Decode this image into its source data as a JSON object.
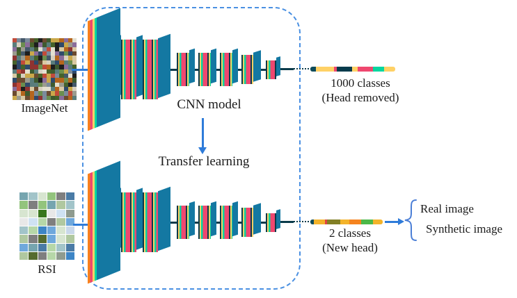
{
  "palette": {
    "teal": "#1478A2",
    "pink": "#EF476F",
    "yellow": "#FFD166",
    "green": "#06D6A0",
    "dark": "#0A3A4A",
    "orange": "#F8821D",
    "arrow_blue": "#2E7BD9",
    "border_blue": "#4A90E2",
    "brace_blue": "#4A7ED6"
  },
  "labels": {
    "imagenet": "ImageNet",
    "rsi": "RSI",
    "cnn_model": "CNN model",
    "transfer_learning": "Transfer learning",
    "top_classes_line1": "1000 classes",
    "top_classes_line2": "(Head removed)",
    "bottom_classes_line1": "2 classes",
    "bottom_classes_line2": "(New head)",
    "real_image": "Real image",
    "synthetic_image": "Synthetic image"
  },
  "cnn": {
    "stages": [
      {
        "k": "sheet",
        "h": 158,
        "sw": 13,
        "fw": 34,
        "skew": -22
      },
      {
        "k": "stack",
        "h": 86,
        "sw": 22,
        "fw": 9,
        "ml": -30,
        "skew": -20
      },
      {
        "k": "stack",
        "h": 86,
        "sw": 22,
        "fw": 9,
        "skew": -20
      },
      {
        "k": "stack",
        "h": 86,
        "sw": 22,
        "fw": 18,
        "skew": -20
      },
      {
        "k": "conn",
        "w": 9
      },
      {
        "k": "stack",
        "h": 48,
        "sw": 18,
        "fw": 8,
        "skew": -18
      },
      {
        "k": "conn",
        "w": 5
      },
      {
        "k": "stack",
        "h": 48,
        "sw": 18,
        "fw": 8,
        "skew": -18
      },
      {
        "k": "conn",
        "w": 5
      },
      {
        "k": "stack",
        "h": 48,
        "sw": 18,
        "fw": 8,
        "skew": -18
      },
      {
        "k": "conn",
        "w": 5
      },
      {
        "k": "stack",
        "h": 42,
        "sw": 17,
        "fw": 11,
        "skew": -18
      },
      {
        "k": "conn",
        "w": 7
      },
      {
        "k": "stack",
        "h": 27,
        "sw": 15,
        "fw": 6,
        "skew": -16
      }
    ]
  },
  "bars": {
    "top": {
      "segments": [
        {
          "c": "#0E4B5A",
          "w": 8
        },
        {
          "c": "#FFD166",
          "w": 26
        },
        {
          "c": "#EF476F",
          "w": 4
        },
        {
          "c": "#073B4C",
          "w": 22
        },
        {
          "c": "#FFD166",
          "w": 8
        },
        {
          "c": "#EF476F",
          "w": 22
        },
        {
          "c": "#06D6A0",
          "w": 16
        },
        {
          "c": "#FFD166",
          "w": 16
        }
      ]
    },
    "bottom": {
      "segments": [
        {
          "c": "#0E4B5A",
          "w": 5
        },
        {
          "c": "#F3B32A",
          "w": 16
        },
        {
          "c": "#E04343",
          "w": 3
        },
        {
          "c": "#827F25",
          "w": 19
        },
        {
          "c": "#F3B32A",
          "w": 13
        },
        {
          "c": "#F5831F",
          "w": 17
        },
        {
          "c": "#4CB848",
          "w": 17
        },
        {
          "c": "#F3B32A",
          "w": 14
        }
      ]
    }
  },
  "mosaics": {
    "imagenet": {
      "cols": 15,
      "rows": 14,
      "gap": 0,
      "seed": 7,
      "palette": [
        "#6b4a2f",
        "#3e5a2f",
        "#9b9b8f",
        "#2f4a6b",
        "#c24b3a",
        "#d9c9a3",
        "#1e1e1e",
        "#6b8e4e",
        "#8a6d9b",
        "#b5651d",
        "#e4e0d0",
        "#44586a",
        "#8f3331",
        "#5a7d7c",
        "#d8d0c0",
        "#46622a",
        "#7b8b9b",
        "#caa84a"
      ]
    },
    "rsi": {
      "cols": 6,
      "rows": 8,
      "gap": 1,
      "seed": 11,
      "palette": [
        "#6fa8dc",
        "#93c47d",
        "#b6d7a8",
        "#76a5af",
        "#a2c4c9",
        "#d7e5d0",
        "#cfe2f3",
        "#8f9b8f",
        "#38761d",
        "#3d85c6",
        "#e8e8e8",
        "#7f7f7f",
        "#b0c8a0",
        "#4a7ba6",
        "#c9d8ea",
        "#556b2f"
      ]
    }
  }
}
